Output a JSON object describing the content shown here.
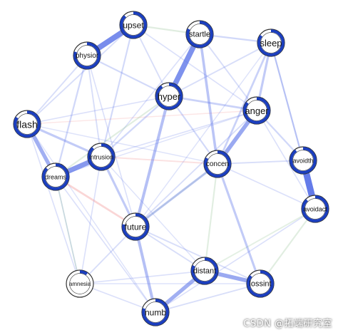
{
  "network": {
    "nodes": [
      {
        "id": "upset",
        "label": "upset",
        "fill": 0.88
      },
      {
        "id": "startle",
        "label": "startle",
        "fill": 0.82
      },
      {
        "id": "sleep",
        "label": "sleep",
        "fill": 0.85
      },
      {
        "id": "physior",
        "label": "physior",
        "fill": 0.8
      },
      {
        "id": "hyper",
        "label": "hyper",
        "fill": 0.9
      },
      {
        "id": "anger",
        "label": "anger",
        "fill": 0.86
      },
      {
        "id": "flash",
        "label": "flash",
        "fill": 0.84
      },
      {
        "id": "intrusion",
        "label": "intrusion",
        "fill": 0.88
      },
      {
        "id": "concen",
        "label": "concen",
        "fill": 0.83
      },
      {
        "id": "avoidth",
        "label": "avoidth",
        "fill": 0.9
      },
      {
        "id": "dreams",
        "label": "dreams",
        "fill": 0.87
      },
      {
        "id": "avoidact",
        "label": "avoidact",
        "fill": 0.88
      },
      {
        "id": "future",
        "label": "future",
        "fill": 0.78
      },
      {
        "id": "amnesia",
        "label": "amnesia",
        "fill": 0.1
      },
      {
        "id": "distant",
        "label": "distant",
        "fill": 0.82
      },
      {
        "id": "lossint",
        "label": "lossint",
        "fill": 0.86
      },
      {
        "id": "numb",
        "label": "numb",
        "fill": 0.8
      }
    ],
    "edges": [
      {
        "source": "upset",
        "target": "physior",
        "weight": 0.85,
        "sign": "positive"
      },
      {
        "source": "avoidth",
        "target": "avoidact",
        "weight": 1.0,
        "sign": "positive"
      },
      {
        "source": "startle",
        "target": "hyper",
        "weight": 0.8,
        "sign": "positive"
      },
      {
        "source": "intrusion",
        "target": "dreams",
        "weight": 0.75,
        "sign": "positive"
      },
      {
        "source": "flash",
        "target": "dreams",
        "weight": 0.55,
        "sign": "positive"
      },
      {
        "source": "anger",
        "target": "concen",
        "weight": 0.6,
        "sign": "positive"
      },
      {
        "source": "distant",
        "target": "lossint",
        "weight": 0.6,
        "sign": "positive"
      },
      {
        "source": "numb",
        "target": "distant",
        "weight": 0.55,
        "sign": "positive"
      },
      {
        "source": "hyper",
        "target": "future",
        "weight": 0.4,
        "sign": "positive"
      },
      {
        "source": "future",
        "target": "numb",
        "weight": 0.4,
        "sign": "positive"
      },
      {
        "source": "sleep",
        "target": "anger",
        "weight": 0.3,
        "sign": "positive"
      },
      {
        "source": "startle",
        "target": "concen",
        "weight": 0.35,
        "sign": "positive"
      },
      {
        "source": "flash",
        "target": "intrusion",
        "weight": 0.3,
        "sign": "positive"
      },
      {
        "source": "intrusion",
        "target": "future",
        "weight": 0.3,
        "sign": "positive"
      },
      {
        "source": "concen",
        "target": "lossint",
        "weight": 0.3,
        "sign": "positive"
      },
      {
        "source": "sleep",
        "target": "concen",
        "weight": 0.25,
        "sign": "positive"
      },
      {
        "source": "hyper",
        "target": "anger",
        "weight": 0.25,
        "sign": "positive"
      },
      {
        "source": "startle",
        "target": "sleep",
        "weight": 0.2,
        "sign": "positive"
      },
      {
        "source": "hyper",
        "target": "intrusion",
        "weight": 0.2,
        "sign": "positive"
      },
      {
        "source": "physior",
        "target": "dreams",
        "weight": 0.2,
        "sign": "positive"
      },
      {
        "source": "future",
        "target": "concen",
        "weight": 0.3,
        "sign": "positive"
      },
      {
        "source": "avoidth",
        "target": "anger",
        "weight": 0.2,
        "sign": "positive"
      },
      {
        "source": "avoidth",
        "target": "sleep",
        "weight": 0.2,
        "sign": "positive"
      },
      {
        "source": "dreams",
        "target": "future",
        "weight": 0.25,
        "sign": "negative"
      },
      {
        "source": "intrusion",
        "target": "concen",
        "weight": 0.15,
        "sign": "negative"
      },
      {
        "source": "flash",
        "target": "anger",
        "weight": 0.1,
        "sign": "negative"
      },
      {
        "source": "upset",
        "target": "startle",
        "weight": 0.2,
        "sign": "small-positive"
      },
      {
        "source": "hyper",
        "target": "dreams",
        "weight": 0.18,
        "sign": "small-positive"
      },
      {
        "source": "concen",
        "target": "future",
        "weight": 0.15,
        "sign": "small-positive"
      },
      {
        "source": "avoidact",
        "target": "lossint",
        "weight": 0.18,
        "sign": "small-positive"
      },
      {
        "source": "amnesia",
        "target": "dreams",
        "weight": 0.15,
        "sign": "small-positive"
      },
      {
        "source": "concen",
        "target": "distant",
        "weight": 0.18,
        "sign": "small-positive"
      },
      {
        "source": "physior",
        "target": "hyper",
        "weight": 0.18,
        "sign": "positive"
      },
      {
        "source": "upset",
        "target": "intrusion",
        "weight": 0.18,
        "sign": "positive"
      },
      {
        "source": "upset",
        "target": "flash",
        "weight": 0.15,
        "sign": "positive"
      },
      {
        "source": "upset",
        "target": "anger",
        "weight": 0.12,
        "sign": "positive"
      },
      {
        "source": "physior",
        "target": "flash",
        "weight": 0.15,
        "sign": "positive"
      },
      {
        "source": "physior",
        "target": "intrusion",
        "weight": 0.15,
        "sign": "positive"
      },
      {
        "source": "startle",
        "target": "anger",
        "weight": 0.15,
        "sign": "positive"
      },
      {
        "source": "sleep",
        "target": "avoidth",
        "weight": 0.15,
        "sign": "positive"
      },
      {
        "source": "sleep",
        "target": "hyper",
        "weight": 0.15,
        "sign": "positive"
      },
      {
        "source": "hyper",
        "target": "concen",
        "weight": 0.18,
        "sign": "positive"
      },
      {
        "source": "anger",
        "target": "future",
        "weight": 0.15,
        "sign": "positive"
      },
      {
        "source": "anger",
        "target": "intrusion",
        "weight": 0.12,
        "sign": "positive"
      },
      {
        "source": "flash",
        "target": "amnesia",
        "weight": 0.12,
        "sign": "positive"
      },
      {
        "source": "flash",
        "target": "concen",
        "weight": 0.1,
        "sign": "positive"
      },
      {
        "source": "intrusion",
        "target": "amnesia",
        "weight": 0.12,
        "sign": "positive"
      },
      {
        "source": "dreams",
        "target": "amnesia",
        "weight": 0.12,
        "sign": "positive"
      },
      {
        "source": "dreams",
        "target": "numb",
        "weight": 0.12,
        "sign": "positive"
      },
      {
        "source": "future",
        "target": "amnesia",
        "weight": 0.15,
        "sign": "positive"
      },
      {
        "source": "future",
        "target": "distant",
        "weight": 0.15,
        "sign": "positive"
      },
      {
        "source": "future",
        "target": "lossint",
        "weight": 0.15,
        "sign": "positive"
      },
      {
        "source": "concen",
        "target": "avoidact",
        "weight": 0.12,
        "sign": "positive"
      },
      {
        "source": "concen",
        "target": "avoidth",
        "weight": 0.15,
        "sign": "positive"
      },
      {
        "source": "avoidact",
        "target": "distant",
        "weight": 0.15,
        "sign": "small-positive"
      },
      {
        "source": "avoidact",
        "target": "numb",
        "weight": 0.12,
        "sign": "positive"
      },
      {
        "source": "amnesia",
        "target": "numb",
        "weight": 0.12,
        "sign": "positive"
      },
      {
        "source": "amnesia",
        "target": "distant",
        "weight": 0.12,
        "sign": "positive"
      },
      {
        "source": "amnesia",
        "target": "lossint",
        "weight": 0.1,
        "sign": "positive"
      },
      {
        "source": "numb",
        "target": "lossint",
        "weight": 0.15,
        "sign": "positive"
      },
      {
        "source": "hyper",
        "target": "flash",
        "weight": 0.12,
        "sign": "positive"
      },
      {
        "source": "upset",
        "target": "hyper",
        "weight": 0.15,
        "sign": "positive"
      },
      {
        "source": "startle",
        "target": "intrusion",
        "weight": 0.12,
        "sign": "positive"
      },
      {
        "source": "anger",
        "target": "dreams",
        "weight": 0.1,
        "sign": "positive"
      },
      {
        "source": "sleep",
        "target": "future",
        "weight": 0.1,
        "sign": "positive"
      },
      {
        "source": "physior",
        "target": "future",
        "weight": 0.12,
        "sign": "positive"
      },
      {
        "source": "intrusion",
        "target": "distant",
        "weight": 0.1,
        "sign": "positive"
      },
      {
        "source": "flash",
        "target": "numb",
        "weight": 0.1,
        "sign": "positive"
      },
      {
        "source": "anger",
        "target": "avoidact",
        "weight": 0.12,
        "sign": "positive"
      }
    ]
  },
  "colors": {
    "positive_edge": "#5a73e8",
    "negative_edge": "#f08080",
    "small_positive_edge": "#8fbf8f",
    "node_ring": "#1c3fbf",
    "node_fill": "#ffffff",
    "node_border": "#333333"
  },
  "watermark": "CSDN @拓端研究室"
}
